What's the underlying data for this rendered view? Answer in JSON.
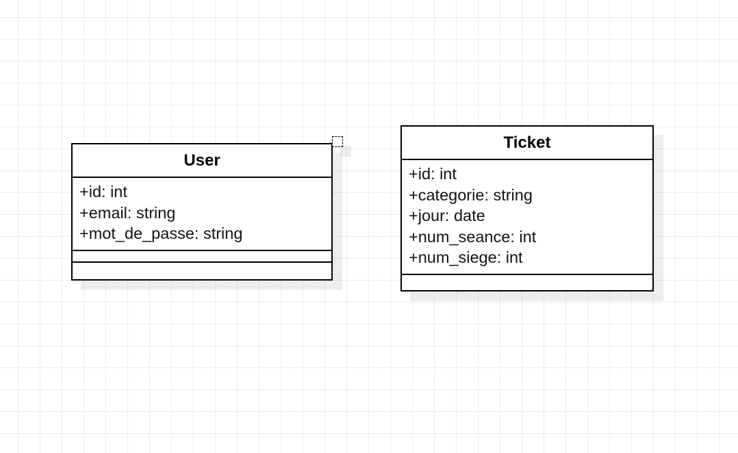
{
  "diagram": {
    "classes": [
      {
        "name": "User",
        "attributes": [
          "+id: int",
          "+email: string",
          "+mot_de_passe: string"
        ]
      },
      {
        "name": "Ticket",
        "attributes": [
          "+id: int",
          "+categorie: string",
          "+jour: date",
          "+num_seance: int",
          "+num_siege: int"
        ]
      }
    ]
  }
}
